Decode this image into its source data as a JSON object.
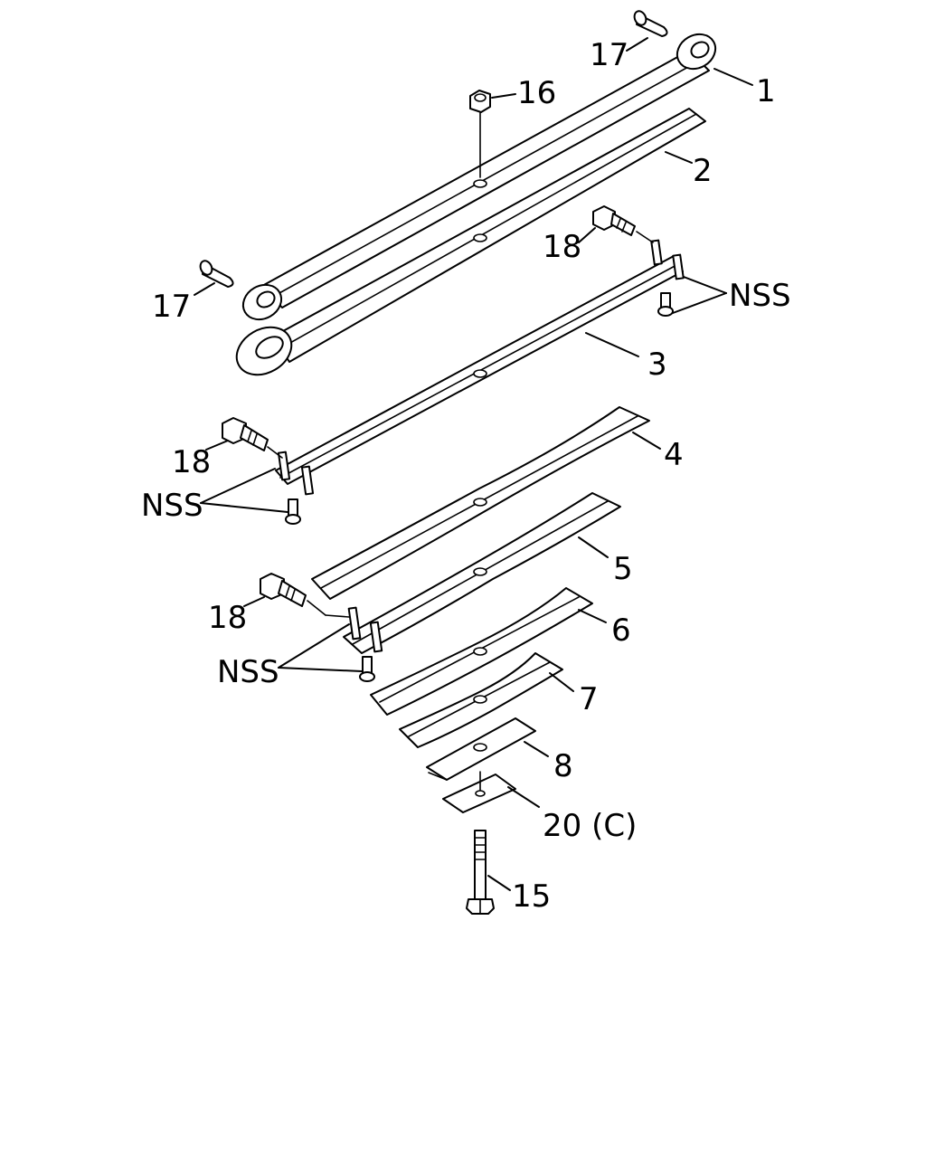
{
  "callouts": {
    "c1": "1",
    "c2": "2",
    "c3": "3",
    "c4": "4",
    "c5": "5",
    "c6": "6",
    "c7": "7",
    "c8": "8",
    "c15": "15",
    "c16": "16",
    "c17a": "17",
    "c17b": "17",
    "c18a": "18",
    "c18b": "18",
    "c18c": "18",
    "c20": "20 (C)",
    "nss_a": "NSS",
    "nss_b": "NSS",
    "nss_c": "NSS"
  },
  "colors": {
    "line": "#000000",
    "background": "#ffffff"
  }
}
